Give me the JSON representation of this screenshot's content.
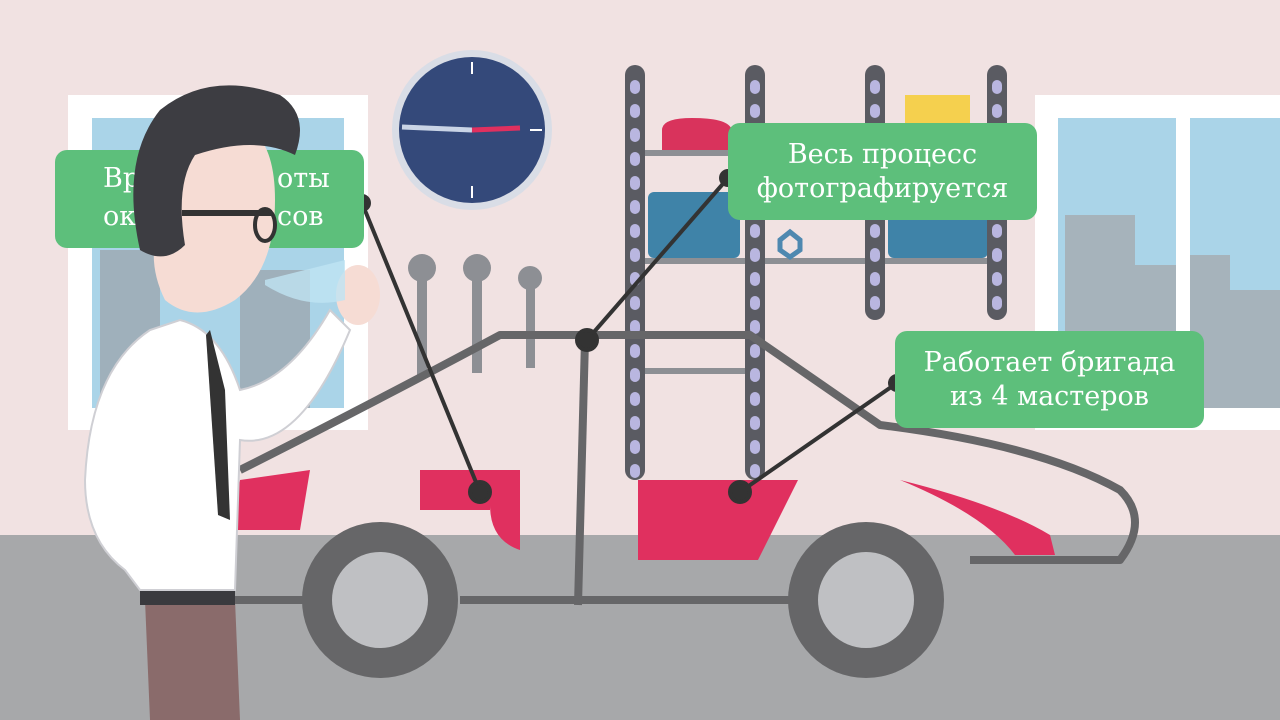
{
  "callouts": {
    "left": {
      "fragments": [
        "Вр",
        "оты",
        "ок",
        "сов"
      ]
    },
    "center": {
      "line1": "Весь процесс",
      "line2": "фотографируется"
    },
    "right": {
      "line1": "Работает бригада",
      "line2": "из 4 мастеров"
    }
  },
  "colors": {
    "wall": "#f1e2e2",
    "floor": "#a7a8aa",
    "label": "#5dbf7b",
    "car_panel": "#e0305f",
    "car_outline": "#666668",
    "clock": "#34497a"
  }
}
